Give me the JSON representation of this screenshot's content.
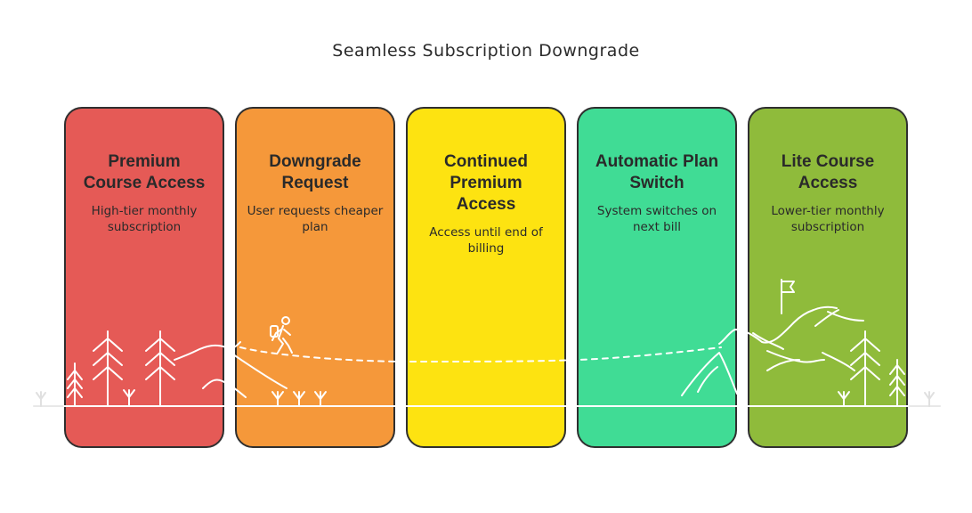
{
  "title": "Seamless Subscription Downgrade",
  "colors": {
    "premium": "#e55a56",
    "downgrade": "#f5983a",
    "continued": "#fde311",
    "automatic": "#40dc95",
    "lite": "#8fbb3b"
  },
  "stages": [
    {
      "title": "Premium Course Access",
      "desc": "High-tier monthly subscription",
      "color": "#e55a56"
    },
    {
      "title": "Downgrade Request",
      "desc": "User requests cheaper plan",
      "color": "#f5983a"
    },
    {
      "title": "Continued Premium Access",
      "desc": "Access until end of billing",
      "color": "#fde311"
    },
    {
      "title": "Automatic Plan Switch",
      "desc": "System switches on next bill",
      "color": "#40dc95"
    },
    {
      "title": "Lite Course Access",
      "desc": "Lower-tier monthly subscription",
      "color": "#8fbb3b"
    }
  ],
  "icons": [
    "tree-icon",
    "hiker-icon",
    "mountain-icon",
    "flag-icon",
    "grass-icon"
  ]
}
